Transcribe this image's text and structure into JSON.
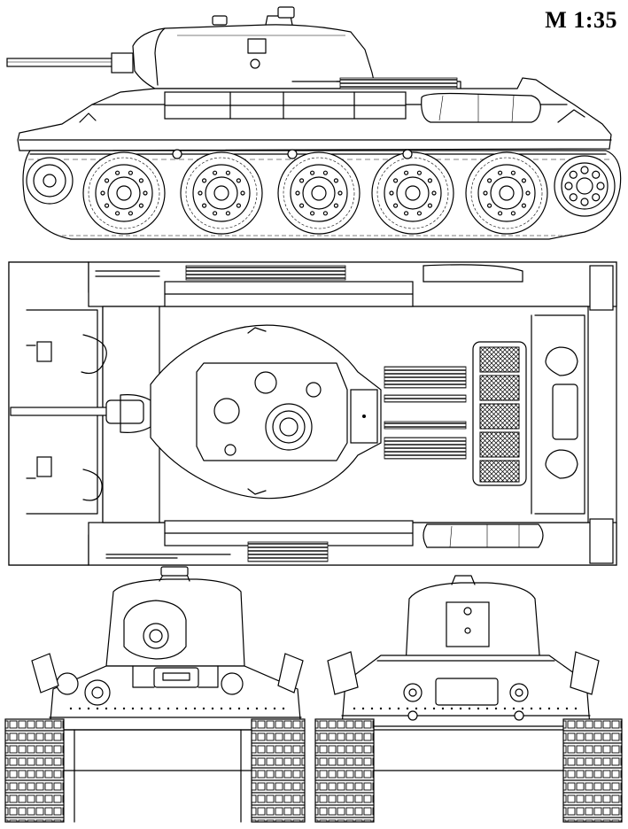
{
  "drawing": {
    "scale_label": "M 1:35"
  },
  "views": [
    {
      "name": "side-view",
      "wheels": 5
    },
    {
      "name": "top-view"
    },
    {
      "name": "front-view"
    },
    {
      "name": "rear-view"
    }
  ],
  "colors": {
    "line": "#000000",
    "background": "#ffffff"
  }
}
